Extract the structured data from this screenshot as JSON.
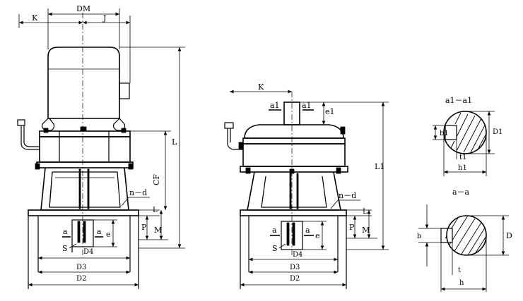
{
  "left_view": {
    "labels": {
      "DM": "DM",
      "K": "K",
      "J": "J",
      "L": "L",
      "CF": "CF",
      "n_d": "n－d",
      "P": "P",
      "M": "M",
      "a": "a",
      "e": "e",
      "S": "S",
      "D4": "D4",
      "D3": "D3",
      "D2": "D2",
      "L_small": "L"
    }
  },
  "middle_view": {
    "labels": {
      "K": "K",
      "a1_left": "a1",
      "a1_right": "a1",
      "e1": "e1",
      "L1": "L1",
      "n_d": "n－d",
      "P": "P",
      "M": "M",
      "a": "a",
      "e": "e",
      "S": "S",
      "D4": "D4",
      "D3": "D3",
      "D2": "D2",
      "L_small": "L"
    }
  },
  "section_a1": {
    "title": "a1－a1",
    "labels": {
      "b1": "b1",
      "t1": "t1",
      "h1": "h1",
      "D1": "D1"
    }
  },
  "section_a": {
    "title": "a－a",
    "labels": {
      "b": "b",
      "t": "t",
      "h": "h",
      "D": "D"
    }
  }
}
